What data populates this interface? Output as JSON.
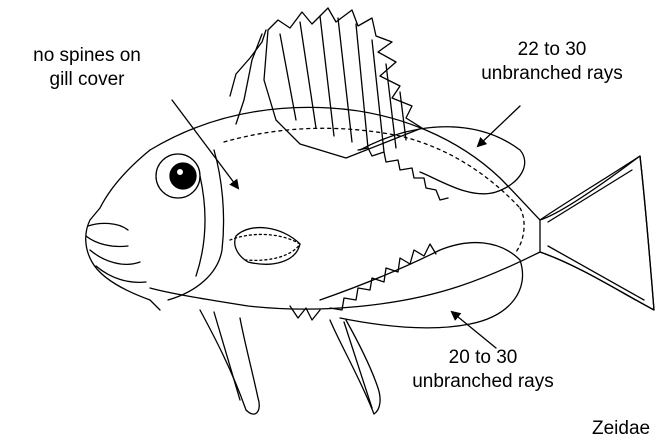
{
  "annotations": {
    "gill_cover": {
      "line1": "no spines on",
      "line2": "gill cover"
    },
    "dorsal_fin": {
      "line1": "22 to 30",
      "line2": "unbranched rays"
    },
    "anal_fin": {
      "line1": "20 to 30",
      "line2": "unbranched rays"
    }
  },
  "family": "Zeidae",
  "colors": {
    "ink": "#000000",
    "background": "#ffffff"
  }
}
